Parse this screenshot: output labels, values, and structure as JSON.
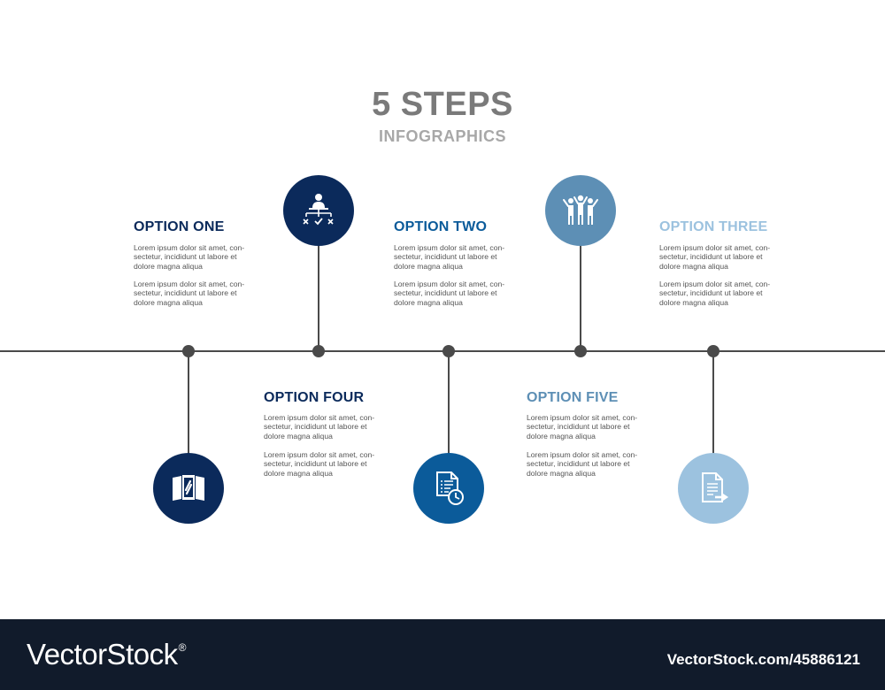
{
  "header": {
    "title": "5 STEPS",
    "subtitle": "INFOGRAPHICS"
  },
  "colors": {
    "navy": "#0b2a5b",
    "blue": "#0b5b9a",
    "steel": "#5d8fb5",
    "light": "#9cc2df",
    "line": "#4a4a4a",
    "footer_bg": "#111b2b"
  },
  "options": {
    "one": {
      "title": "OPTION ONE",
      "para1": "Lorem ipsum dolor sit amet, con-\nsectetur, incididunt ut labore et\ndolore magna aliqua",
      "para2": "Lorem ipsum dolor sit amet, con-\nsectetur, incididunt ut labore et\ndolore magna aliqua"
    },
    "two": {
      "title": "OPTION TWO",
      "para1": "Lorem ipsum dolor sit amet, con-\nsectetur, incididunt ut labore et\ndolore magna aliqua",
      "para2": "Lorem ipsum dolor sit amet, con-\nsectetur, incididunt ut labore et\ndolore magna aliqua"
    },
    "three": {
      "title": "OPTION THREE",
      "para1": "Lorem ipsum dolor sit amet, con-\nsectetur, incididunt ut labore et\ndolore magna aliqua",
      "para2": "Lorem ipsum dolor sit amet, con-\nsectetur, incididunt ut labore et\ndolore magna aliqua"
    },
    "four": {
      "title": "OPTION FOUR",
      "para1": "Lorem ipsum dolor sit amet, con-\nsectetur, incididunt ut labore et\ndolore magna aliqua",
      "para2": "Lorem ipsum dolor sit amet, con-\nsectetur, incididunt ut labore et\ndolore magna aliqua"
    },
    "five": {
      "title": "OPTION FIVE",
      "para1": "Lorem ipsum dolor sit amet, con-\nsectetur, incididunt ut labore et\ndolore magna aliqua",
      "para2": "Lorem ipsum dolor sit amet, con-\nsectetur, incididunt ut labore et\ndolore magna aliqua"
    }
  },
  "icons": [
    "flyer-icon",
    "decision-maker-icon",
    "document-time-icon",
    "team-celebration-icon",
    "document-export-icon"
  ],
  "footer": {
    "brand": "VectorStock",
    "registered": "®",
    "image_id": "VectorStock.com/45886121"
  }
}
